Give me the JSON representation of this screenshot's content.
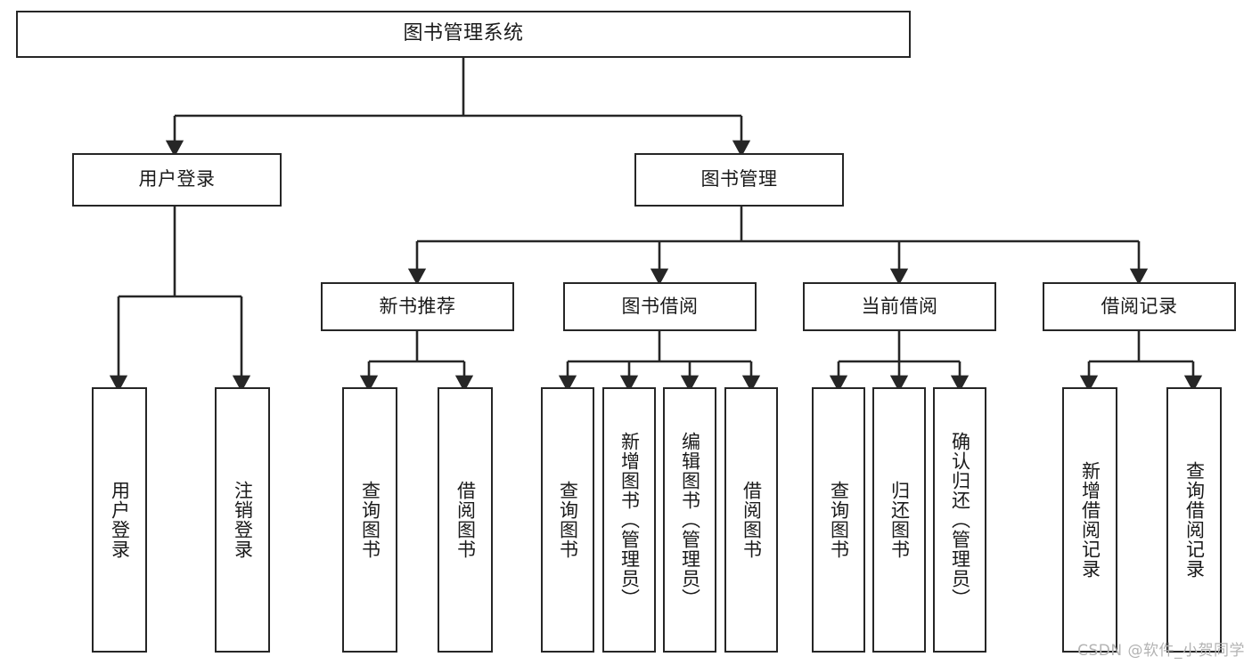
{
  "diagram": {
    "type": "tree-hierarchy",
    "title": "图书管理系统",
    "watermark": "CSDN @软件_小贺同学",
    "colors": {
      "background": "#ffffff",
      "stroke": "#262626",
      "text": "#1a1a1a",
      "watermark": "#b3b3b3"
    },
    "levels": {
      "root": {
        "label": "图书管理系统"
      },
      "level2": [
        {
          "id": "user-login",
          "label": "用户登录"
        },
        {
          "id": "book-manage",
          "label": "图书管理"
        }
      ],
      "level3": [
        {
          "id": "new-book-rec",
          "label": "新书推荐"
        },
        {
          "id": "book-borrow",
          "label": "图书借阅"
        },
        {
          "id": "current-borrow",
          "label": "当前借阅"
        },
        {
          "id": "borrow-record",
          "label": "借阅记录"
        }
      ],
      "leaves": [
        {
          "id": "leaf-user-login",
          "label": "用户登录",
          "parent": "user-login"
        },
        {
          "id": "leaf-logout",
          "label": "注销登录",
          "parent": "user-login"
        },
        {
          "id": "leaf-query-book-1",
          "label": "查询图书",
          "parent": "new-book-rec"
        },
        {
          "id": "leaf-borrow-book-1",
          "label": "借阅图书",
          "parent": "new-book-rec"
        },
        {
          "id": "leaf-query-book-2",
          "label": "查询图书",
          "parent": "book-borrow"
        },
        {
          "id": "leaf-add-book",
          "label": "新增图书（管理员）",
          "parent": "book-borrow"
        },
        {
          "id": "leaf-edit-book",
          "label": "编辑图书（管理员）",
          "parent": "book-borrow"
        },
        {
          "id": "leaf-borrow-book-2",
          "label": "借阅图书",
          "parent": "book-borrow"
        },
        {
          "id": "leaf-query-book-3",
          "label": "查询图书",
          "parent": "current-borrow"
        },
        {
          "id": "leaf-return-book",
          "label": "归还图书",
          "parent": "current-borrow"
        },
        {
          "id": "leaf-confirm-return",
          "label": "确认归还（管理员）",
          "parent": "current-borrow"
        },
        {
          "id": "leaf-add-record",
          "label": "新增借阅记录",
          "parent": "borrow-record"
        },
        {
          "id": "leaf-query-record",
          "label": "查询借阅记录",
          "parent": "borrow-record"
        }
      ]
    }
  }
}
